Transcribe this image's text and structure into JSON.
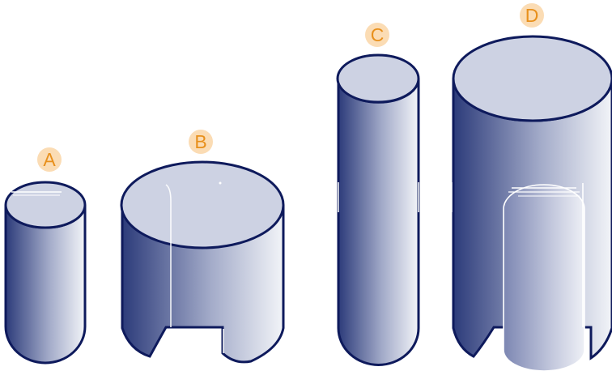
{
  "colors": {
    "outline": "#0e1a5c",
    "cap_fill": "#cdd2e3",
    "side_dark": "#2c3b7a",
    "side_light": "#f2f4f8",
    "label_badge": "#fbdcb4",
    "label_text": "#e8901c",
    "background": "#ffffff"
  },
  "figure": {
    "kind": "illustration-of-cylinders",
    "items": [
      {
        "id": "A",
        "label": "A",
        "shape": "narrow-cylinder"
      },
      {
        "id": "B",
        "label": "B",
        "shape": "wide-cylinder-with-cutout"
      },
      {
        "id": "C",
        "label": "C",
        "shape": "tall-narrow-cylinder"
      },
      {
        "id": "D",
        "label": "D",
        "shape": "tall-wide-cylinder-with-inner-cylinder"
      }
    ]
  }
}
